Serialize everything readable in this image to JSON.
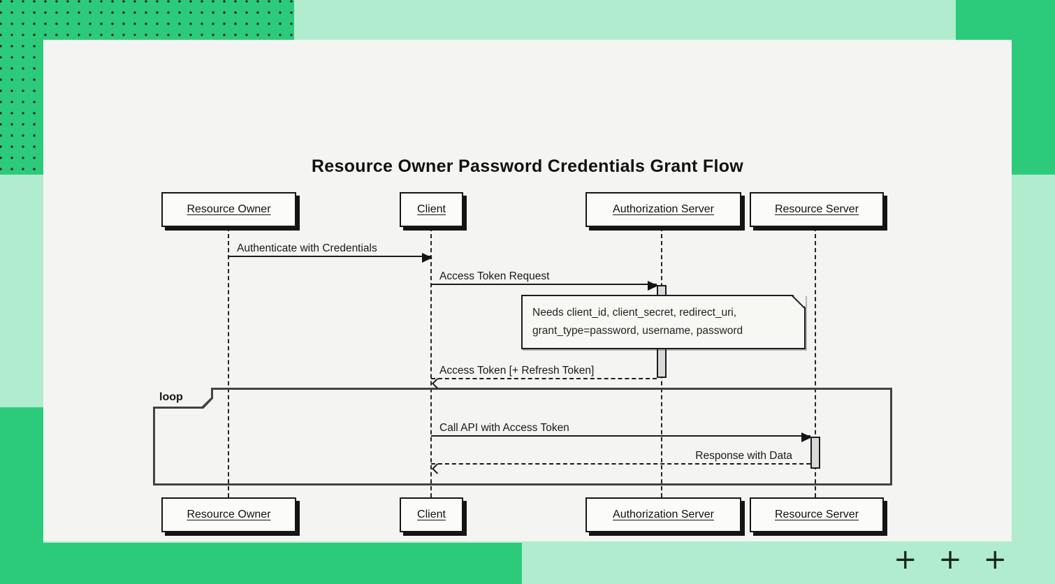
{
  "title": "Resource Owner Password Credentials Grant Flow",
  "participants": [
    {
      "label": "Resource Owner"
    },
    {
      "label": "Client"
    },
    {
      "label": "Authorization Server"
    },
    {
      "label": "Resource Server"
    }
  ],
  "messages": [
    {
      "label": "Authenticate with Credentials",
      "from": "Resource Owner",
      "to": "Client",
      "style": "solid"
    },
    {
      "label": "Access Token Request",
      "from": "Client",
      "to": "Authorization Server",
      "style": "solid"
    },
    {
      "label": "Access Token [+ Refresh Token]",
      "from": "Authorization Server",
      "to": "Client",
      "style": "dashed"
    },
    {
      "label": "Call API with Access Token",
      "from": "Client",
      "to": "Resource Server",
      "style": "solid"
    },
    {
      "label": "Response with Data",
      "from": "Resource Server",
      "to": "Client",
      "style": "dashed"
    }
  ],
  "note": {
    "line1": "Needs client_id, client_secret, redirect_uri,",
    "line2": "grant_type=password, username, password"
  },
  "loop_label": "loop",
  "decor": {
    "plus_row": "+ + +"
  },
  "colors": {
    "bright_green": "#2ccb7b",
    "mint_green": "#b2eccf",
    "canvas": "#f4f5f2",
    "ink": "#1c1c1c",
    "activation_fill": "#d9d9d9"
  }
}
